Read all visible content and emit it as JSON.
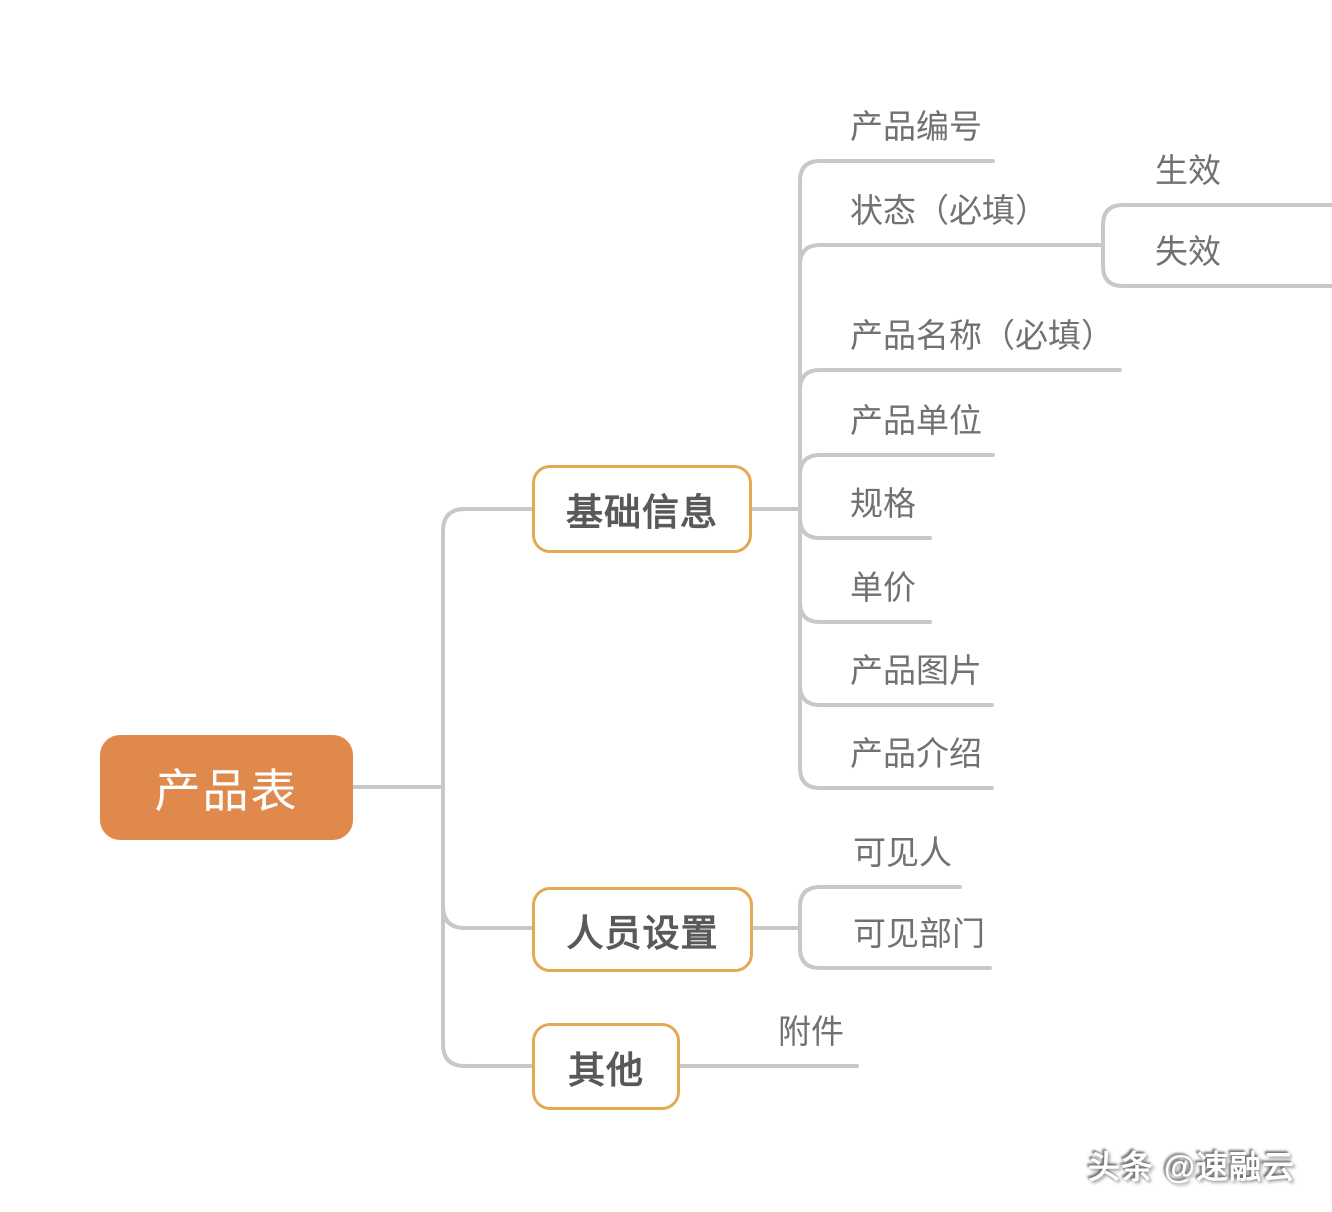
{
  "root": {
    "label": "产品表"
  },
  "branches": [
    {
      "label": "基础信息",
      "children": [
        {
          "label": "产品编号"
        },
        {
          "label": "状态（必填）",
          "children": [
            {
              "label": "生效"
            },
            {
              "label": "失效"
            }
          ]
        },
        {
          "label": "产品名称（必填）"
        },
        {
          "label": "产品单位"
        },
        {
          "label": "规格"
        },
        {
          "label": "单价"
        },
        {
          "label": "产品图片"
        },
        {
          "label": "产品介绍"
        }
      ]
    },
    {
      "label": "人员设置",
      "children": [
        {
          "label": "可见人"
        },
        {
          "label": "可见部门"
        }
      ]
    },
    {
      "label": "其他",
      "children": [
        {
          "label": "附件"
        }
      ]
    }
  ],
  "watermark": {
    "text": "头条 @速融云"
  },
  "colors": {
    "root_fill": "#E0894D",
    "root_text": "#FFFFFF",
    "branch_border": "#E5A853",
    "branch_text": "#595959",
    "leaf_text": "#717171",
    "connector_line": "#C8C8C8",
    "background": "#FFFFFF"
  }
}
